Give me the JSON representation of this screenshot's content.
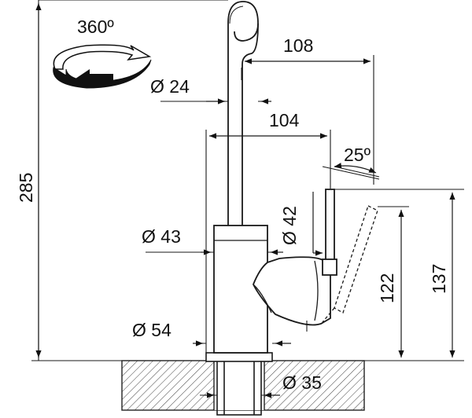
{
  "drawing": {
    "rotation_label": "360º",
    "angle_label": "25º",
    "dimensions": {
      "height_total": "285",
      "spout_reach": "108",
      "spout_diameter": "Ø 24",
      "body_offset": "104",
      "body_diameter": "Ø 43",
      "lever_diameter": "Ø 42",
      "base_diameter": "Ø 54",
      "shank_diameter": "Ø 35",
      "lever_height_low": "122",
      "lever_height_high": "137"
    },
    "colors": {
      "line": "#1a1a1a",
      "hatch": "#333333",
      "arrow_dark": "#111111"
    },
    "icons": [
      "rotation-arrow-icon"
    ]
  }
}
